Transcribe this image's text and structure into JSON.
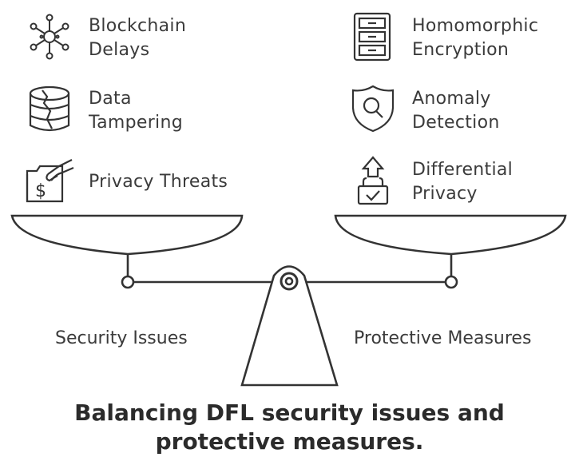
{
  "left": {
    "items": [
      {
        "icon": "network-hub-icon",
        "line1": "Blockchain",
        "line2": "Delays"
      },
      {
        "icon": "broken-database-icon",
        "line1": "Data",
        "line2": "Tampering"
      },
      {
        "icon": "stolen-money-folder-icon",
        "line1": "Privacy Threats",
        "line2": ""
      }
    ],
    "pan_label": "Security Issues"
  },
  "right": {
    "items": [
      {
        "icon": "cabinet-icon",
        "line1": "Homomorphic",
        "line2": "Encryption"
      },
      {
        "icon": "shield-search-icon",
        "line1": "Anomaly",
        "line2": "Detection"
      },
      {
        "icon": "upload-lock-icon",
        "line1": "Differential",
        "line2": "Privacy"
      }
    ],
    "pan_label": "Protective Measures"
  },
  "title": {
    "line1": "Balancing DFL security issues and",
    "line2": "protective measures."
  },
  "colors": {
    "stroke": "#333333",
    "text": "#3b3b3b"
  }
}
